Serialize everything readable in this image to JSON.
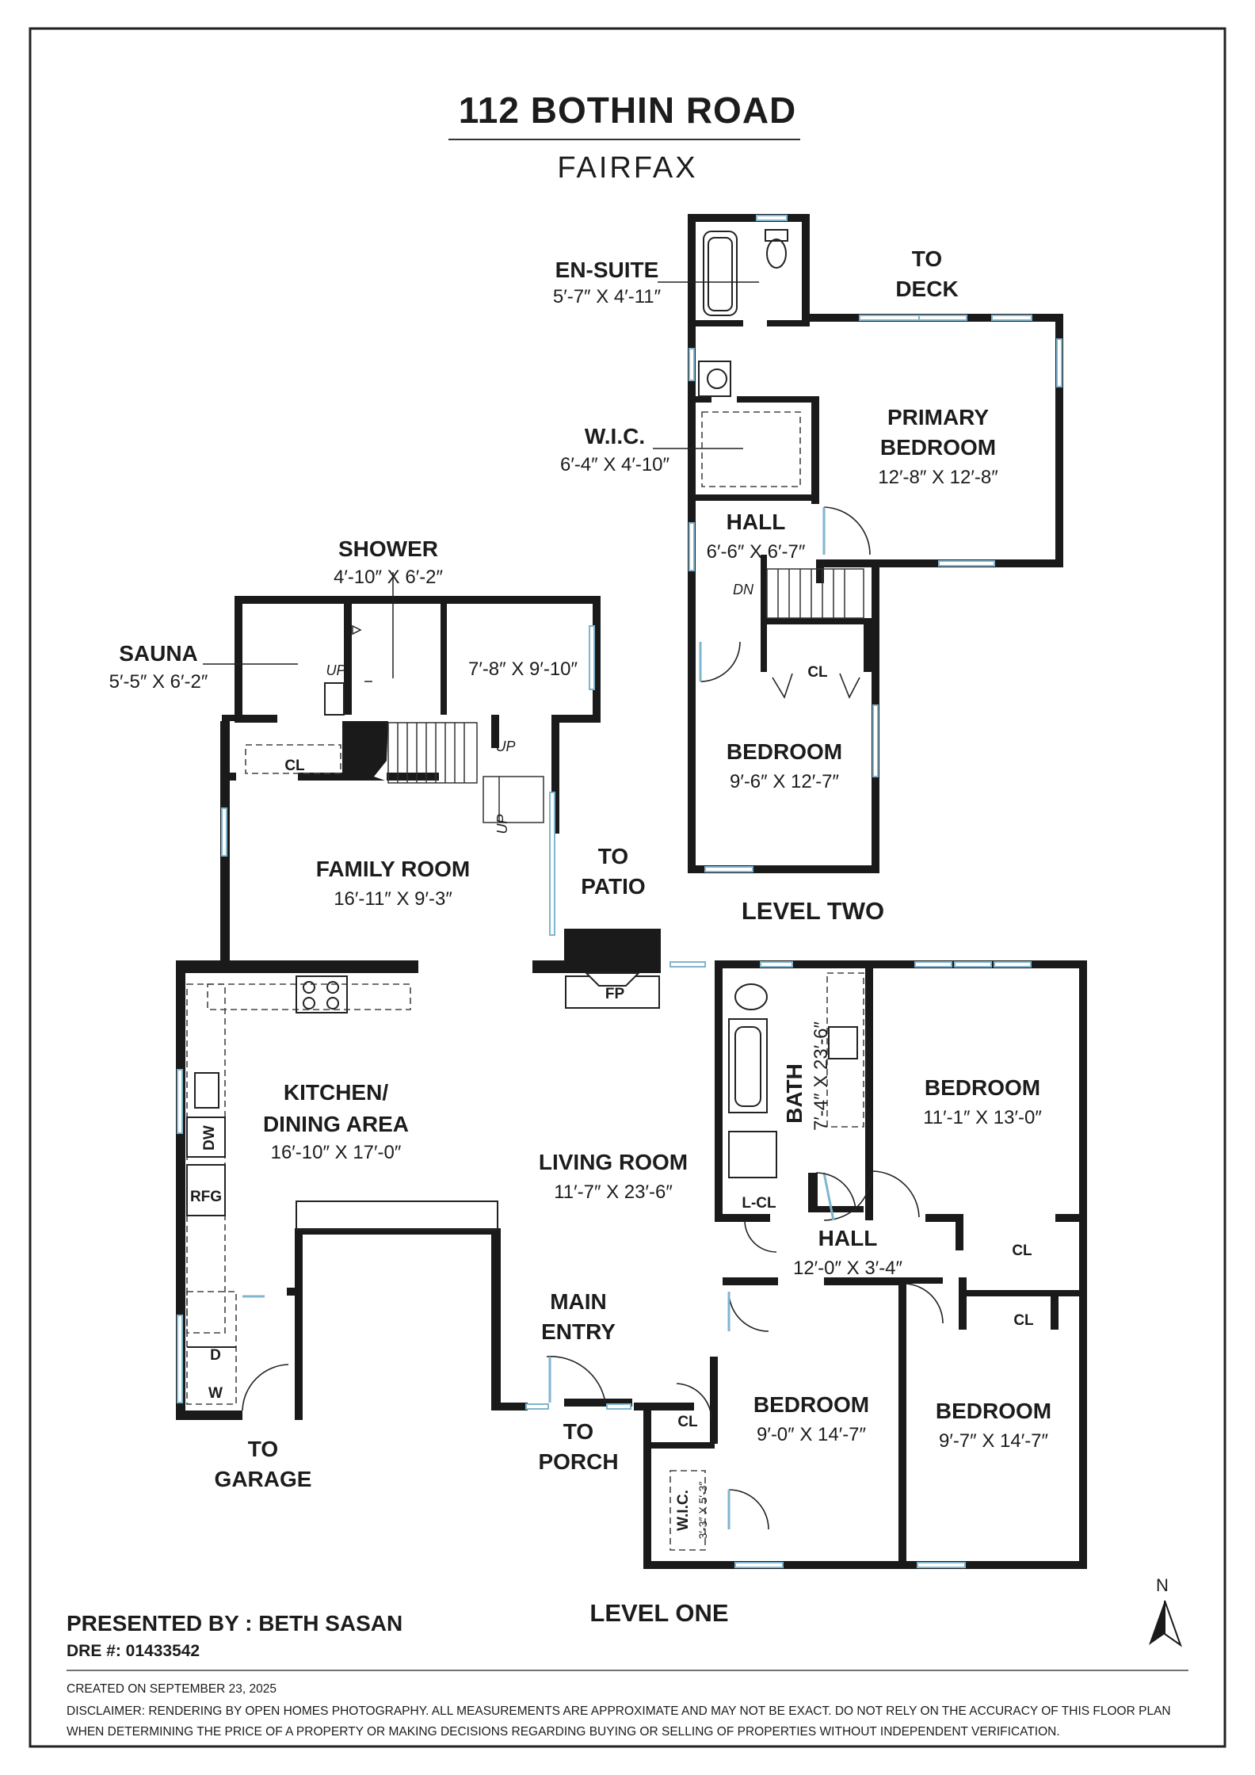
{
  "title": "112 BOTHIN ROAD",
  "subtitle": "FAIRFAX",
  "rooms": {
    "en_suite": {
      "name": "EN-SUITE",
      "dim": "5′-7″ X 4′-11″"
    },
    "to_deck": {
      "line1": "TO",
      "line2": "DECK"
    },
    "primary_bedroom": {
      "line1": "PRIMARY",
      "line2": "BEDROOM",
      "dim": "12′-8″ X 12′-8″"
    },
    "wic_upper": {
      "name": "W.I.C.",
      "dim": "6′-4″ X 4′-10″"
    },
    "hall_upper": {
      "name": "HALL",
      "dim": "6′-6″ X 6′-7″"
    },
    "dn": "DN",
    "cl_upper": "CL",
    "bedroom_upper": {
      "name": "BEDROOM",
      "dim": "9′-6″ X 12′-7″"
    },
    "level_two": "LEVEL TWO",
    "shower": {
      "name": "SHOWER",
      "dim": "4′-10″ X 6′-2″"
    },
    "sauna": {
      "name": "SAUNA",
      "dim": "5′-5″ X 6′-2″"
    },
    "unnamed_room": {
      "dim": "7′-8″ X 9′-10″"
    },
    "up1": "UP",
    "up2": "UP",
    "up3": "UP",
    "cl_family": "CL",
    "family_room": {
      "name": "FAMILY ROOM",
      "dim": "16′-11″ X 9′-3″"
    },
    "to_patio": {
      "line1": "TO",
      "line2": "PATIO"
    },
    "fp": "FP",
    "bath": {
      "name": "BATH",
      "dim": "7′-4″ X 23′-6″"
    },
    "bedroom_a": {
      "name": "BEDROOM",
      "dim": "11′-1″ X 13′-0″"
    },
    "kitchen": {
      "line1": "KITCHEN/",
      "line2": "DINING AREA",
      "dim": "16′-10″ X 17′-0″"
    },
    "dw": "DW",
    "rfg": "RFG",
    "living_room": {
      "name": "LIVING ROOM",
      "dim": "11′-7″ X 23′-6″"
    },
    "lcl": "L-CL",
    "hall_lower": {
      "name": "HALL",
      "dim": "12′-0″ X 3′-4″"
    },
    "cl_a": "CL",
    "cl_b": "CL",
    "main_entry": {
      "line1": "MAIN",
      "line2": "ENTRY"
    },
    "d": "D",
    "w": "W",
    "cl_entry": "CL",
    "bedroom_b": {
      "name": "BEDROOM",
      "dim": "9′-0″ X 14′-7″"
    },
    "bedroom_c": {
      "name": "BEDROOM",
      "dim": "9′-7″ X 14′-7″"
    },
    "to_garage": {
      "line1": "TO",
      "line2": "GARAGE"
    },
    "to_porch": {
      "line1": "TO",
      "line2": "PORCH"
    },
    "wic_lower": {
      "name": "W.I.C.",
      "dim": "3′-3″ X 5′-3″"
    },
    "level_one": "LEVEL ONE"
  },
  "compass": {
    "label": "N",
    "icon": "north-arrow-icon"
  },
  "presented": "PRESENTED BY :  BETH SASAN",
  "dre": "DRE #: 01433542",
  "created": "CREATED ON SEPTEMBER 23, 2025",
  "disclaimer1": "DISCLAIMER: RENDERING BY OPEN HOMES PHOTOGRAPHY. ALL MEASUREMENTS ARE APPROXIMATE AND MAY NOT BE EXACT. DO NOT RELY ON THE ACCURACY OF THIS FLOOR PLAN",
  "disclaimer2": "WHEN DETERMINING THE PRICE OF A PROPERTY OR MAKING DECISIONS REGARDING BUYING OR SELLING OF PROPERTIES WITHOUT INDEPENDENT VERIFICATION.",
  "colors": {
    "wall": "#1a1a1a",
    "window": "#7fb5cf",
    "text": "#1c1c1c"
  }
}
